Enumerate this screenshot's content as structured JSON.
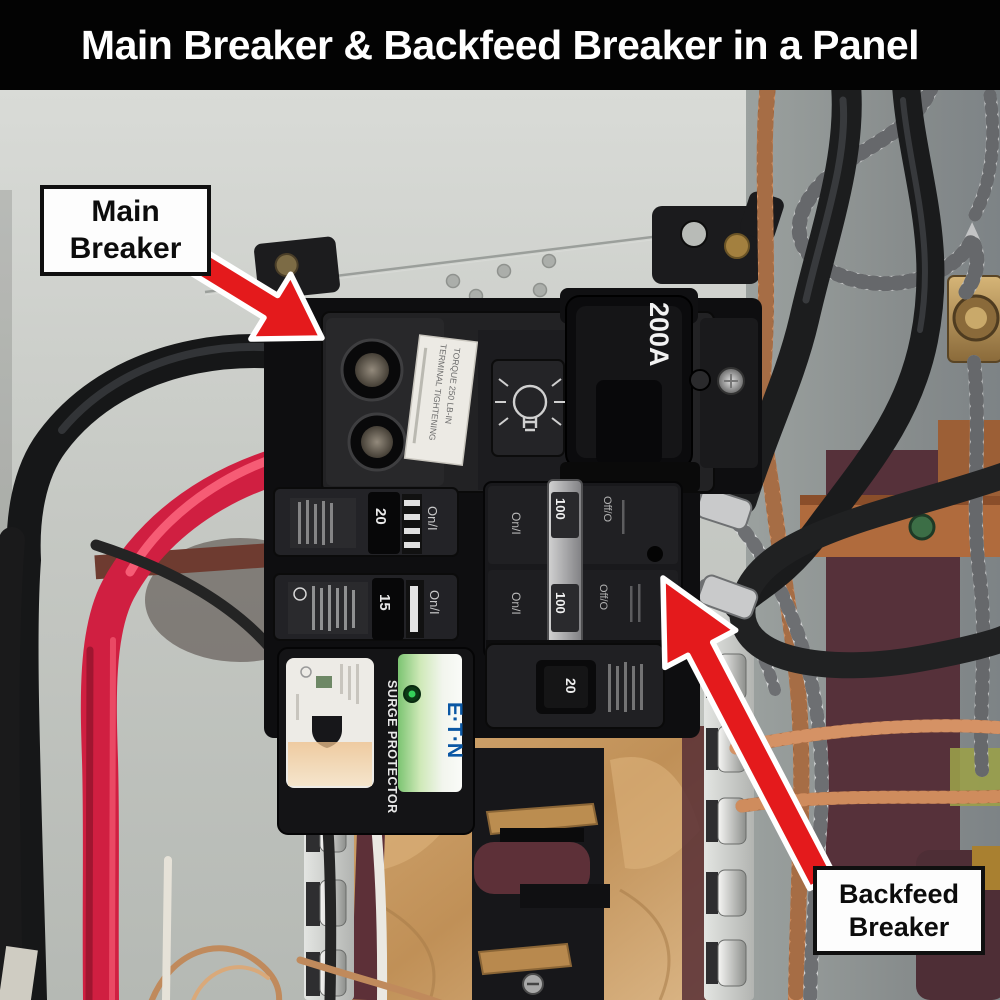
{
  "title_bar": {
    "title": "Main Breaker & Backfeed Breaker in a Panel"
  },
  "annotations": {
    "main_breaker_label": {
      "line1": "Main",
      "line2": "Breaker"
    },
    "backfeed_breaker_label": {
      "line1": "Backfeed",
      "line2": "Breaker"
    },
    "arrow_color": "#e41a1c"
  },
  "panel": {
    "main_breaker": {
      "rating": "200A",
      "info_label_line1": "TERMINAL TIGHTENING",
      "info_label_line2": "TORQUE 250 LB-IN"
    },
    "breaker_20a_top": {
      "rating": "20",
      "state_on": "On/I"
    },
    "breaker_15a": {
      "rating": "15",
      "state_on": "On/I"
    },
    "backfeed_breaker": {
      "rating_top": "100",
      "rating_bottom": "100",
      "state_on": "On/I",
      "state_off": "Off/O"
    },
    "breaker_20a_bottom": {
      "rating": "20"
    },
    "surge_protector": {
      "label": "SURGE PROTECTOR",
      "brand": "E·T·N"
    }
  },
  "colors": {
    "titlebar_bg": "#030303",
    "panel_gray": "#c6c9c4",
    "arrow_red": "#e41a1c",
    "cable_red": "#d01f41",
    "copper": "#b5744a",
    "breaker_black": "#1b1b1d"
  }
}
